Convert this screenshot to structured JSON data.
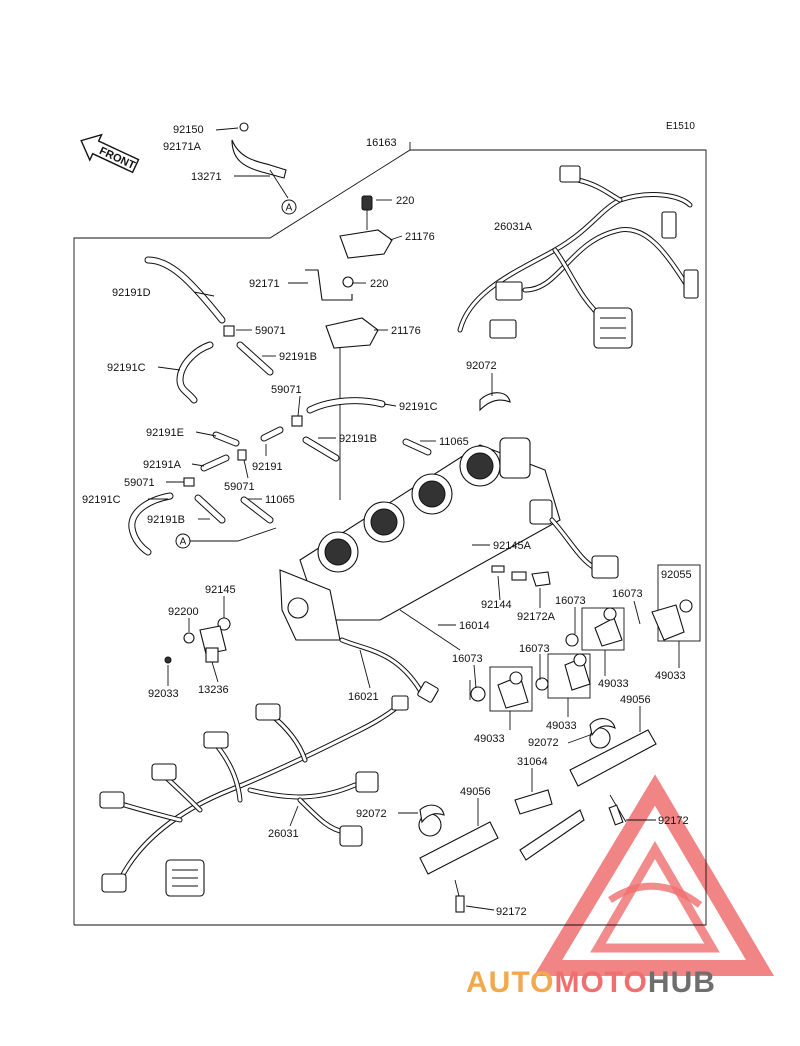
{
  "diagram": {
    "code": "E1510",
    "front_label": "FRONT",
    "ref_a": "A",
    "parts": [
      {
        "id": "p92150",
        "label": "92150"
      },
      {
        "id": "p92171A",
        "label": "92171A"
      },
      {
        "id": "p13271",
        "label": "13271"
      },
      {
        "id": "p16163",
        "label": "16163"
      },
      {
        "id": "p220a",
        "label": "220"
      },
      {
        "id": "p21176a",
        "label": "21176"
      },
      {
        "id": "p92171",
        "label": "92171"
      },
      {
        "id": "p220b",
        "label": "220"
      },
      {
        "id": "p21176b",
        "label": "21176"
      },
      {
        "id": "p26031A",
        "label": "26031A"
      },
      {
        "id": "p92191D",
        "label": "92191D"
      },
      {
        "id": "p59071a",
        "label": "59071"
      },
      {
        "id": "p92191Ba",
        "label": "92191B"
      },
      {
        "id": "p92191Ca",
        "label": "92191C"
      },
      {
        "id": "p59071b",
        "label": "59071"
      },
      {
        "id": "p92191Cb",
        "label": "92191C"
      },
      {
        "id": "p92072a",
        "label": "92072"
      },
      {
        "id": "p92191E",
        "label": "92191E"
      },
      {
        "id": "p92191Bb",
        "label": "92191B"
      },
      {
        "id": "p11065a",
        "label": "11065"
      },
      {
        "id": "p92191A",
        "label": "92191A"
      },
      {
        "id": "p92191",
        "label": "92191"
      },
      {
        "id": "p59071c",
        "label": "59071"
      },
      {
        "id": "p59071d",
        "label": "59071"
      },
      {
        "id": "p92191Cc",
        "label": "92191C"
      },
      {
        "id": "p11065b",
        "label": "11065"
      },
      {
        "id": "p92191Bc",
        "label": "92191B"
      },
      {
        "id": "p92145A",
        "label": "92145A"
      },
      {
        "id": "p92145",
        "label": "92145"
      },
      {
        "id": "p92055",
        "label": "92055"
      },
      {
        "id": "p16073a",
        "label": "16073"
      },
      {
        "id": "p16073b",
        "label": "16073"
      },
      {
        "id": "p92200",
        "label": "92200"
      },
      {
        "id": "p92144",
        "label": "92144"
      },
      {
        "id": "p92172A",
        "label": "92172A"
      },
      {
        "id": "p16014",
        "label": "16014"
      },
      {
        "id": "p16073c",
        "label": "16073"
      },
      {
        "id": "p49033a",
        "label": "49033"
      },
      {
        "id": "p49033b",
        "label": "49033"
      },
      {
        "id": "p13236",
        "label": "13236"
      },
      {
        "id": "p16073d",
        "label": "16073"
      },
      {
        "id": "p92033",
        "label": "92033"
      },
      {
        "id": "p16021",
        "label": "16021"
      },
      {
        "id": "p49056a",
        "label": "49056"
      },
      {
        "id": "p49033c",
        "label": "49033"
      },
      {
        "id": "p49033d",
        "label": "49033"
      },
      {
        "id": "p92072b",
        "label": "92072"
      },
      {
        "id": "p31064",
        "label": "31064"
      },
      {
        "id": "p92072c",
        "label": "92072"
      },
      {
        "id": "p49056b",
        "label": "49056"
      },
      {
        "id": "p92172a",
        "label": "92172"
      },
      {
        "id": "p26031",
        "label": "26031"
      },
      {
        "id": "p92172b",
        "label": "92172"
      }
    ]
  },
  "watermark": {
    "part1": "AUTO",
    "part2": "MOTO",
    "part3": "HUB",
    "color_orange": "#f2a94e",
    "color_red": "#ef6f6f",
    "color_gray": "#6e6e6e"
  }
}
